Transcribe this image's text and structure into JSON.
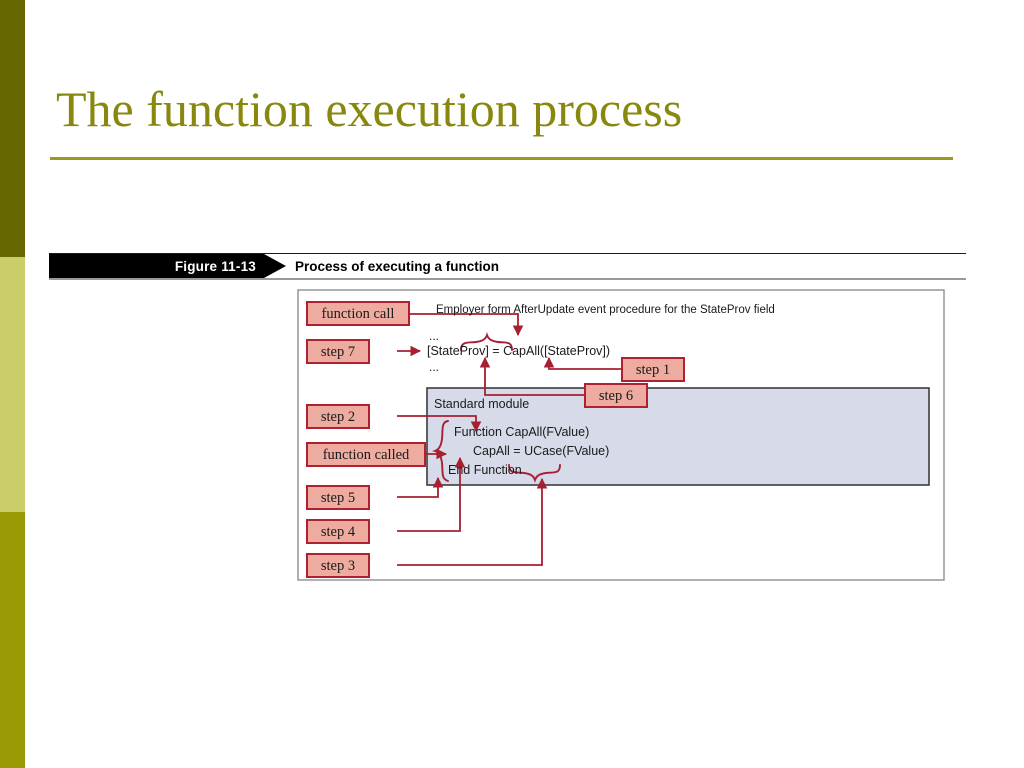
{
  "slide": {
    "title": "The function execution process",
    "title_color": "#88880e",
    "rule_color": "#9a9a1e"
  },
  "sidebar": {
    "bands": [
      {
        "name": "band-top",
        "color": "#666600"
      },
      {
        "name": "band-middle",
        "color": "#cbcd68"
      },
      {
        "name": "band-bottom",
        "color": "#9a9a06"
      }
    ]
  },
  "figure": {
    "number": "Figure 11-13",
    "caption": "Process of executing a function",
    "bar_color": "#000000",
    "text_color": "#ffffff"
  },
  "diagram": {
    "colors": {
      "label_fill": "#eeab9f",
      "label_border": "#b02030",
      "arrow": "#a81f32",
      "module_fill": "#d7dae8",
      "module_border": "#3c3c3c",
      "frame_border": "#8e8e8e",
      "code_text": "#1a1a1a"
    },
    "heading": "Employer form AfterUpdate event procedure for the StateProv field",
    "module_title": "Standard module",
    "code_event": {
      "ellipsis_top": "...",
      "statement": "[StateProv] = CapAll([StateProv])",
      "ellipsis_bottom": "..."
    },
    "code_module": {
      "line1": "Function CapAll(FValue)",
      "line2": "CapAll = UCase(FValue)",
      "line3": "End Function"
    },
    "labels": [
      {
        "id": "function-call",
        "text": "function call"
      },
      {
        "id": "step-7",
        "text": "step 7"
      },
      {
        "id": "step-1",
        "text": "step 1"
      },
      {
        "id": "step-6",
        "text": "step 6"
      },
      {
        "id": "step-2",
        "text": "step 2"
      },
      {
        "id": "function-called",
        "text": "function called"
      },
      {
        "id": "step-5",
        "text": "step 5"
      },
      {
        "id": "step-4",
        "text": "step 4"
      },
      {
        "id": "step-3",
        "text": "step 3"
      }
    ]
  }
}
